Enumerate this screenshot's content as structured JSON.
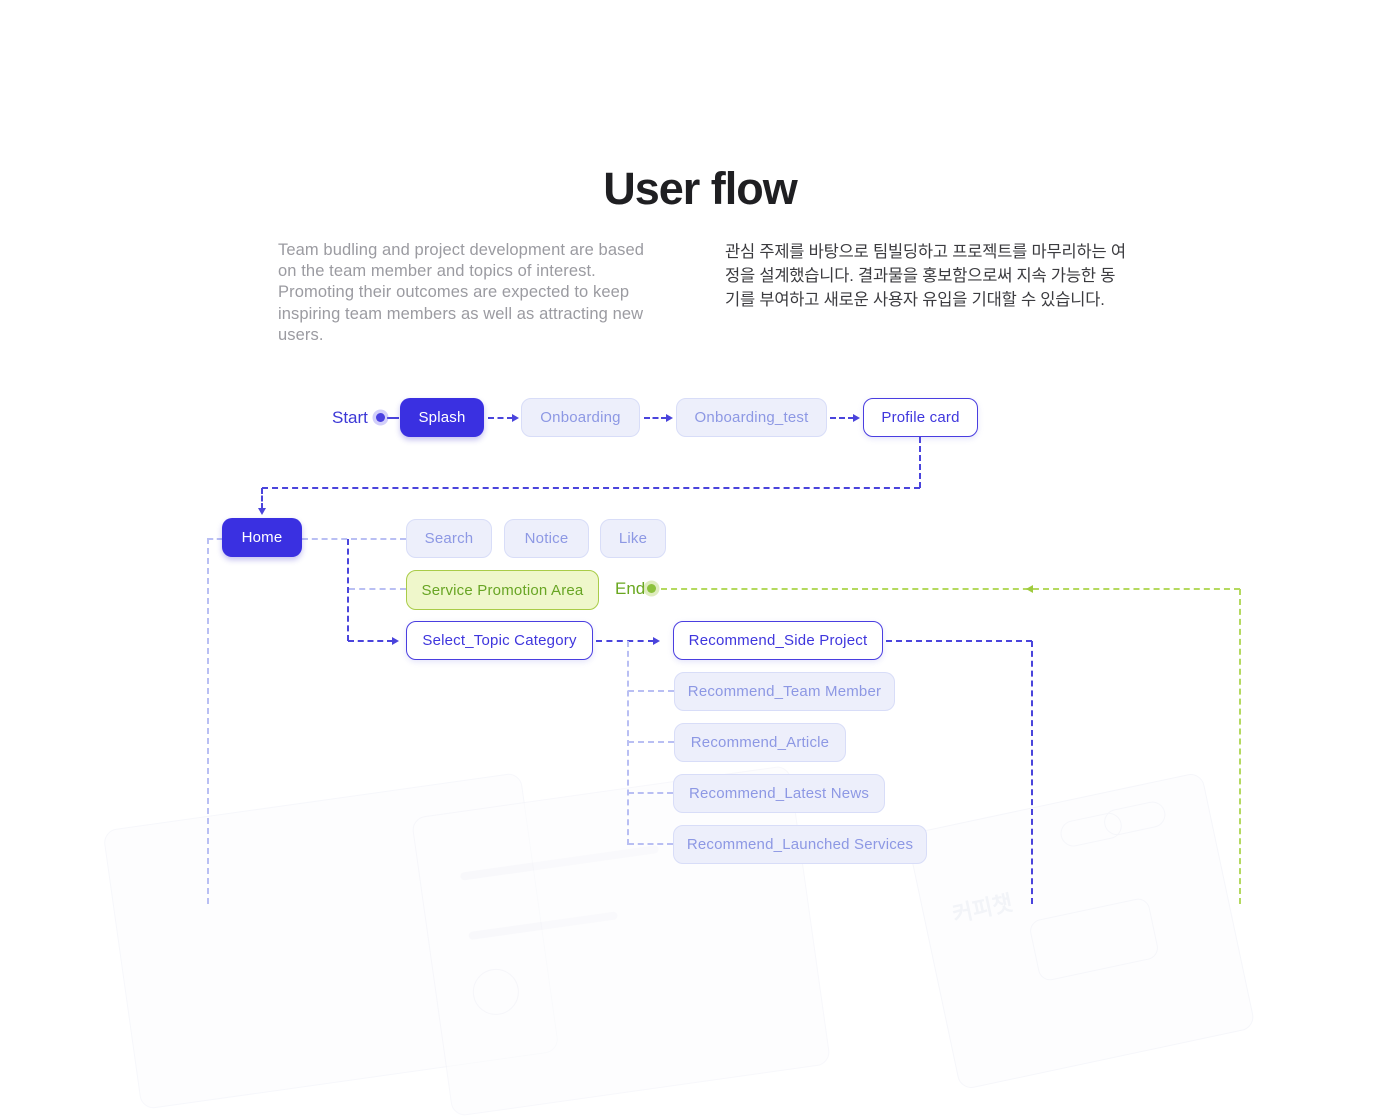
{
  "page": {
    "title": "User flow"
  },
  "intro": {
    "en": "Team budling and project development are based on the team member and topics of interest. Promoting their outcomes are expected to keep inspiring team members as well as attracting new users.",
    "ko": "관심 주제를 바탕으로 팀빌딩하고 프로젝트를 마무리하는 여정을 설계했습니다. 결과물을 홍보함으로써 지속 가능한 동기를 부여하고 새로운 사용자 유입을 기대할 수 있습니다."
  },
  "flow": {
    "start_label": "Start",
    "end_label": "End",
    "nodes": {
      "splash": "Splash",
      "onboarding": "Onboarding",
      "onboarding_test": "Onboarding_test",
      "profile_card": "Profile card",
      "home": "Home",
      "search": "Search",
      "notice": "Notice",
      "like": "Like",
      "service_promotion": "Service Promotion Area",
      "select_topic": "Select_Topic Category",
      "recommend_side_project": "Recommend_Side Project",
      "recommend_team_member": "Recommend_Team Member",
      "recommend_article": "Recommend_Article",
      "recommend_latest_news": "Recommend_Latest News",
      "recommend_launched_services": "Recommend_Launched Services"
    },
    "colors": {
      "primary_blue": "#3a30e1",
      "light_node_fill": "#edeffb",
      "light_node_border": "#d8ddf8",
      "light_node_text": "#8d98e4",
      "outline_node_border": "#4a3ee0",
      "outline_node_text": "#3f36dd",
      "green_node_fill": "#eff7cb",
      "green_node_border": "#a9cc48",
      "green_node_text": "#68a524",
      "connector_dark": "#4a44dc",
      "connector_light": "#b9bff3",
      "connector_green": "#b4d95f"
    },
    "background_watermark": "커피챗"
  }
}
